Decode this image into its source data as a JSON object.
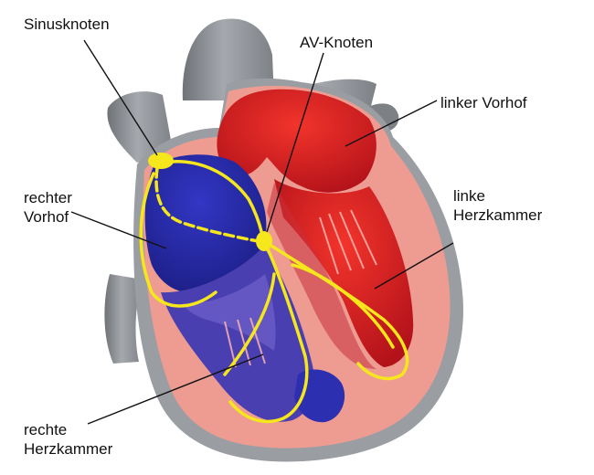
{
  "labels": {
    "sinusknoten": "Sinusknoten",
    "av_knoten": "AV-Knoten",
    "linker_vorhof": "linker Vorhof",
    "rechter_vorhof_line1": "rechter",
    "rechter_vorhof_line2": "Vorhof",
    "linke_herzkammer_line1": "linke",
    "linke_herzkammer_line2": "Herzkammer",
    "rechte_herzkammer_line1": "rechte",
    "rechte_herzkammer_line2": "Herzkammer"
  },
  "colors": {
    "vessel_gray": "#8f9398",
    "vessel_dark": "#6f7378",
    "myocardium_pink": "#ee9c92",
    "left_chamber_red": "#e32027",
    "right_chamber_blue": "#2b2fb0",
    "conduction_yellow": "#f5e71c",
    "leader_line": "#111111"
  }
}
